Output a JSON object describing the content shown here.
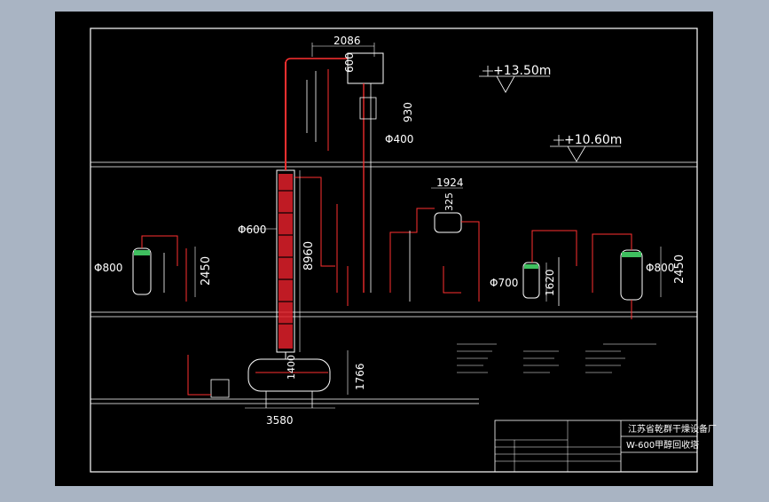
{
  "drawing": {
    "elevations": {
      "top": "+13.50m",
      "mid": "+10.60m"
    },
    "dimensions": {
      "d_2086": "2086",
      "d_1924": "1924",
      "d_3580": "3580",
      "d_8960": "8960",
      "d_2450_left": "2450",
      "d_2450_right": "2450",
      "d_1620": "1620",
      "d_1766": "1766",
      "d_1400": "1400",
      "d_600_v": "600",
      "d_930": "930",
      "d_325": "325",
      "phi_400": "Φ400",
      "phi_600": "Φ600",
      "phi_800_left": "Φ800",
      "phi_800_right": "Φ800",
      "phi_700": "Φ700"
    },
    "title_block": {
      "company": "江苏省乾群干燥设备厂",
      "drawing_title": "W-600甲醇回收塔"
    },
    "colors": {
      "page": "#a9b4c3",
      "paper": "#000000",
      "line": "#ffffff",
      "pipe_red": "#ff3030",
      "column_red": "#e0202a",
      "tank_green": "#3fbf5f"
    }
  }
}
